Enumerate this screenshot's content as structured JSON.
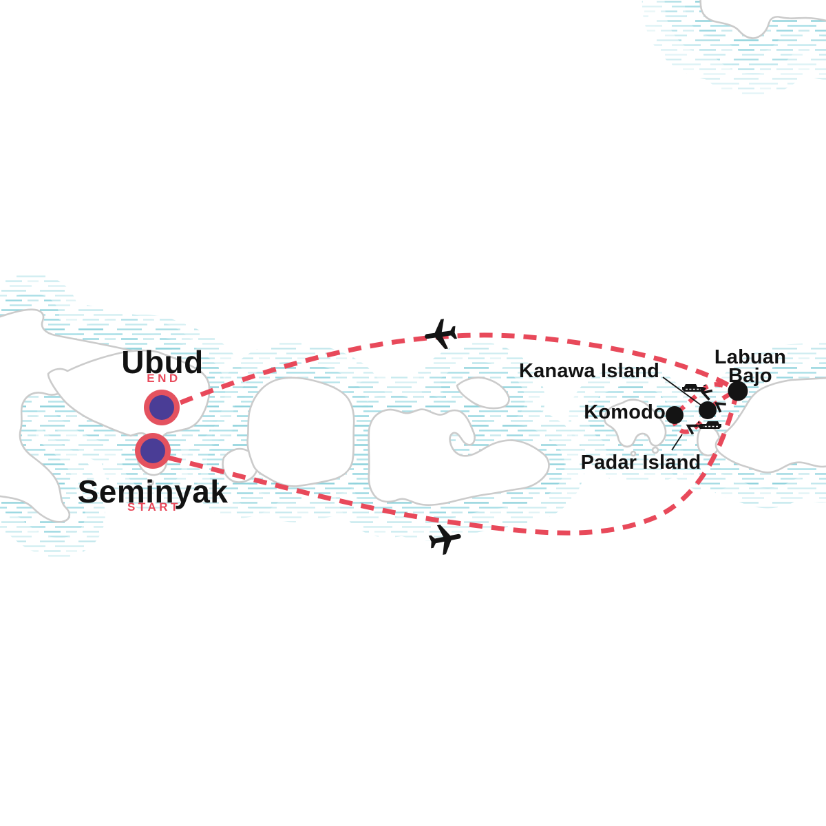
{
  "locations": {
    "ubud": {
      "label": "Ubud",
      "tag": "END"
    },
    "seminyak": {
      "label": "Seminyak",
      "tag": "START"
    },
    "labuan_bajo": {
      "label": "Labuan Bajo",
      "lines": [
        "Labuan",
        "Bajo"
      ]
    },
    "kanawa": {
      "label": "Kanawa Island"
    },
    "komodo": {
      "label": "Komodo"
    },
    "padar": {
      "label": "Padar Island"
    }
  },
  "routes": [
    {
      "id": "seminyak-to-labuan-bajo",
      "mode": "flight",
      "style": "dashed"
    },
    {
      "id": "labuan-bajo-to-ubud",
      "mode": "flight",
      "style": "dashed"
    },
    {
      "id": "komodo-area-boat-loop",
      "mode": "boat",
      "style": "dashed"
    }
  ],
  "icons": {
    "airplane_east": "airplane-icon",
    "airplane_west": "airplane-icon",
    "ferry_top": "ferry-icon",
    "ferry_bottom": "ferry-icon",
    "direction_arrows": "direction-chevron-icon"
  },
  "colors": {
    "background": "#ffffff",
    "route_red": "#e8495a",
    "start_end_text": "#e8495a",
    "marker_ring": "#e4525f",
    "marker_fill": "#4a3d96",
    "stop_dot": "#141414",
    "label_text": "#121212",
    "island_outline": "#cbcbcb",
    "water_hatch_dark": "#8fd2dc",
    "water_hatch_light": "#b7e4ea"
  }
}
